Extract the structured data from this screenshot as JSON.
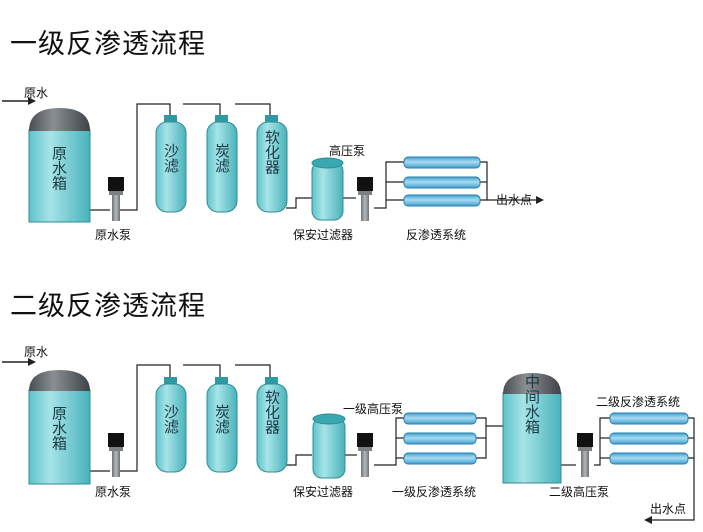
{
  "process1": {
    "title": "一级反渗透流程",
    "raw_water_in": "原水",
    "raw_tank": "原水箱",
    "raw_pump": "原水泵",
    "sand_filter": "沙滤",
    "carbon_filter": "炭滤",
    "softener": "软化器",
    "high_pressure_pump": "高压泵",
    "security_filter": "保安过滤器",
    "ro_system": "反渗透系统",
    "water_outlet": "出水点"
  },
  "process2": {
    "title": "二级反渗透流程",
    "raw_water_in": "原水",
    "raw_tank": "原水箱",
    "raw_pump": "原水泵",
    "sand_filter": "沙滤",
    "carbon_filter": "炭滤",
    "softener": "软化器",
    "first_high_pressure_pump": "一级高压泵",
    "security_filter": "保安过滤器",
    "first_ro_system": "一级反渗透系统",
    "intermediate_tank": "中间水箱",
    "second_high_pressure_pump": "二级高压泵",
    "second_ro_system": "二级反渗透系统",
    "water_outlet": "出水点"
  },
  "colors": {
    "vessel": "#8fd8dc",
    "vessel_dark": "#2f9aa3",
    "dome": "#5a5f63",
    "pump_body": "#8a8f92",
    "pump_motor": "#111111",
    "pipe": "#8cbfdc",
    "membrane": "#6ec0e6"
  }
}
